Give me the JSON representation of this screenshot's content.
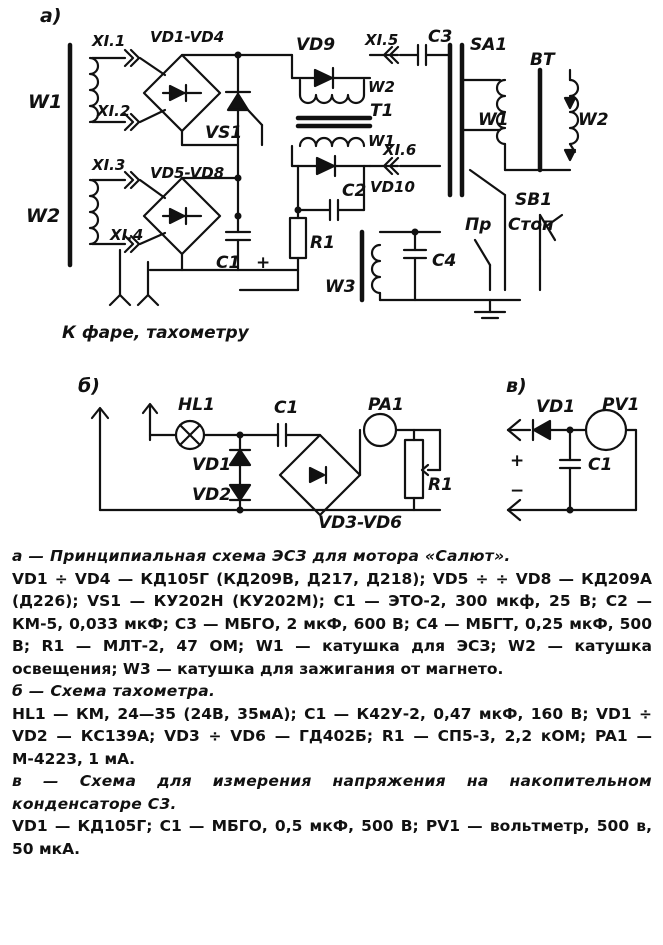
{
  "diagram_a": {
    "panel_label": "а)",
    "labels": {
      "x11": "XI.1",
      "x12": "XI.2",
      "x13": "XI.3",
      "x14": "XI.4",
      "x15": "XI.5",
      "x16": "XI.6",
      "vd1_vd4": "VD1-VD4",
      "vd5_vd8": "VD5-VD8",
      "vd9": "VD9",
      "vd10": "VD10",
      "vs1": "VS1",
      "w1_left": "W1",
      "w2_left": "W2",
      "w2_t1": "W2",
      "t1": "T1",
      "w1_t1": "W1",
      "c1": "C1",
      "c2": "C2",
      "c3": "C3",
      "c4": "C4",
      "r1": "R1",
      "sa1": "SA1",
      "bt": "BT",
      "w1_bt": "W1",
      "w2_bt": "W2",
      "sb1": "SB1",
      "stop": "Стоп",
      "pr": "Пр",
      "w3": "W3",
      "plus": "+",
      "bottom_note": "К фаре, тахометру"
    }
  },
  "diagram_b": {
    "panel_label": "б)",
    "labels": {
      "hl1": "HL1",
      "c1": "C1",
      "pa1": "PA1",
      "vd1": "VD1",
      "vd2": "VD2",
      "r1": "R1",
      "vd3_vd6": "VD3-VD6"
    }
  },
  "diagram_c": {
    "panel_label": "в)",
    "labels": {
      "vd1": "VD1",
      "pv1": "PV1",
      "c1": "C1",
      "plus": "+",
      "minus": "−"
    }
  },
  "caption": {
    "a_title": "а — Принципиальная схема ЭСЗ для мотора «Салют».",
    "a_parts": "VD1 ÷ VD4 — КД105Г (КД209В, Д217, Д218); VD5 ÷ ÷ VD8 — КД209А (Д226); VS1 — КУ202Н (КУ202М); C1 — ЭТО-2, 300 мкф, 25 В; C2 — КМ-5, 0,033 мкФ; C3 — МБГО, 2 мкФ, 600 В; C4 — МБГТ, 0,25 мкФ, 500 В; R1 — МЛТ-2, 47 ОМ; W1 — катушка для ЭСЗ; W2 — катушка освещения; W3 — катушка для зажигания от магнето.",
    "b_title": "б — Схема тахометра.",
    "b_parts": "HL1 — КМ, 24—35 (24В, 35мА); C1 — К42У-2, 0,47 мкФ, 160 В; VD1 ÷ VD2 — КС139А; VD3 ÷ VD6 — ГД402Б; R1 — СП5-3, 2,2 кОМ; PA1 — М-4223, 1 мА.",
    "c_title": "в — Схема для измерения напряжения на накопительном конденсаторе C3.",
    "c_parts": "VD1 — КД105Г; C1 — МБГО, 0,5 мкФ, 500 В; PV1 — вольтметр, 500 в, 50 мкА."
  }
}
